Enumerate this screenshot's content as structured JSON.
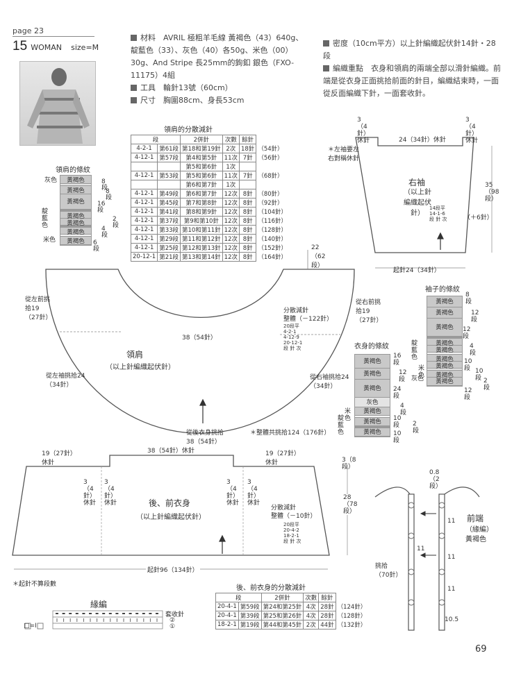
{
  "page": {
    "label": "page 23",
    "number": "69"
  },
  "title": {
    "num": "15",
    "woman": "WOMAN",
    "size": "size=M"
  },
  "materials": {
    "line1": "材料　AVRIL 極粗羊毛線 黃褐色（43）640g、",
    "line2": "靛藍色（33）、灰色（40）各50g、米色（00）",
    "line3": "30g、And Stripe 長25mm的鉤釦 銀色（FXO-",
    "line4": "11175）4組",
    "tools": "工具　輪針13號（60cm）",
    "size": "尺寸　胸圍88cm、身長53cm"
  },
  "gauge": {
    "line1": "密度（10cm平方）以上針編織起伏針14針・28",
    "line2": "段",
    "point1": "編織重點　衣身和領肩的兩端全部以滑針編織。前",
    "point2": "端是從衣身正面挑拾前面的針目，編織結束時，一面",
    "point3": "從反面編織下針，一面套收針。"
  },
  "yoke_table": {
    "title": "領肩的分散減針",
    "headers": [
      "段",
      "2併針",
      "次數",
      "餘針"
    ],
    "rows": [
      [
        "4-2-1",
        "第61段",
        "第18和第19針",
        "2次",
        "18針",
        "（54針）"
      ],
      [
        "4-12-1",
        "第57段",
        "第4和第5針",
        "11次",
        "7針",
        "（56針）"
      ],
      [
        "",
        "",
        "第5和第6針",
        "1次",
        "",
        ""
      ],
      [
        "4-12-1",
        "第53段",
        "第5和第6針",
        "11次",
        "7針",
        "（68針）"
      ],
      [
        "",
        "",
        "第6和第7針",
        "1次",
        "",
        ""
      ],
      [
        "4-12-1",
        "第49段",
        "第6和第7針",
        "12次",
        "8針",
        "（80針）"
      ],
      [
        "4-12-1",
        "第45段",
        "第7和第8針",
        "12次",
        "8針",
        "（92針）"
      ],
      [
        "4-12-1",
        "第41段",
        "第8和第9針",
        "12次",
        "8針",
        "（104針）"
      ],
      [
        "4-12-1",
        "第37段",
        "第9和第10針",
        "12次",
        "8針",
        "（116針）"
      ],
      [
        "4-12-1",
        "第33段",
        "第10和第11針",
        "12次",
        "8針",
        "（128針）"
      ],
      [
        "4-12-1",
        "第29段",
        "第11和第12針",
        "12次",
        "8針",
        "（140針）"
      ],
      [
        "4-12-1",
        "第25段",
        "第12和第13針",
        "12次",
        "8針",
        "（152針）"
      ],
      [
        "20-12-1",
        "第21段",
        "第13和第14針",
        "12次",
        "8針",
        "（164針）"
      ]
    ]
  },
  "body_table": {
    "title": "後、前衣身的分散減針",
    "headers": [
      "段",
      "2併針",
      "次數",
      "餘針"
    ],
    "rows": [
      [
        "20-4-1",
        "第59段",
        "第24和第25針",
        "4次",
        "28針",
        "（124針）"
      ],
      [
        "20-4-1",
        "第39段",
        "第25和第26針",
        "4次",
        "28針",
        "（128針）"
      ],
      [
        "18-2-1",
        "第19段",
        "第44和第45針",
        "2次",
        "44針",
        "（132針）"
      ]
    ]
  },
  "yoke_stripe": {
    "title": "領肩的條紋",
    "labels": [
      "灰色",
      "靛藍色",
      "米色"
    ],
    "bands": [
      "黃褐色",
      "黃褐色",
      "黃褐色",
      "黃褐色",
      "黃褐色",
      "黃褐色",
      "黃褐色"
    ],
    "rows": [
      "8段",
      "8段",
      "16段",
      "2段",
      "4段",
      "6段"
    ]
  },
  "sleeve_stripe": {
    "title": "袖子的條紋",
    "labels": [
      "靛藍色",
      "米色",
      "灰色"
    ],
    "bands": [
      "黃褐色",
      "黃褐色",
      "黃褐色",
      "黃褐色",
      "黃褐色",
      "黃褐色",
      "黃褐色",
      "黃褐色",
      "黃褐色"
    ],
    "rows": [
      "8段",
      "12段",
      "12段",
      "4段",
      "10段",
      "10段",
      "2段",
      "12段"
    ]
  },
  "body_stripe": {
    "title": "衣身的條紋",
    "labels": [
      "米色",
      "靛藍色"
    ],
    "bands": [
      "黃褐色",
      "黃褐色",
      "黃褐色",
      "灰色",
      "黃褐色",
      "黃褐色",
      "黃褐色"
    ],
    "rows": [
      "16段",
      "12段",
      "24段",
      "4段",
      "10段",
      "2段",
      "10段"
    ]
  },
  "yoke": {
    "name": "領肩",
    "method": "（以上針編織起伏針）",
    "top_width": "38（54針）",
    "left_front": "從左前挑拾19（27針）",
    "right_front": "從右前挑拾19（27針）",
    "left_sleeve": "從左袖挑拾24（34針）",
    "right_sleeve": "從右袖挑拾24（34針）",
    "back": "從後衣身挑拾38（54針）",
    "total": "＊整體共挑拾124（176針）",
    "depth": "22（62段）",
    "dec_title": "分散減針",
    "dec_total": "整體（－122針）",
    "dec_steps": [
      "20段平",
      "4-2-1",
      "4-12-9",
      "20-12-1",
      "段 針 次"
    ]
  },
  "sleeve": {
    "name": "右袖",
    "method": "（以上針編織起伏針）",
    "note": "＊左袖要左右對稱休針",
    "top_width": "24（34針）休針",
    "side_rest_l": "3（4針）休針",
    "side_rest_r": "3（4針）休針",
    "height": "35（98段）",
    "plus": "（＋6針）",
    "bottom": "起針24（34針）",
    "inc": [
      "14段平",
      "14-1-6",
      "段 針 次"
    ]
  },
  "body": {
    "name": "後、前衣身",
    "method": "（以上針編織起伏針）",
    "top_mid": "38（54針）休針",
    "left_top": "19（27針）休針",
    "right_top": "19（27針）休針",
    "rest_marks": [
      "3（4針）休針",
      "3（4針）休針",
      "3（4針）休針",
      "3（4針）休針"
    ],
    "dec_title": "分散減針",
    "dec_total": "整體（－10針）",
    "dec_steps": [
      "20段平",
      "20-4-2",
      "18-2-1",
      "段 針 次"
    ],
    "bottom": "起針96（134針）",
    "height": "28（78段）",
    "top_rows": "3（8段）",
    "note": "＊起針不算段數"
  },
  "front_band": {
    "name": "前端",
    "method": "（緣編）",
    "color": "黃褐色",
    "pickup": "挑拾（70針）",
    "top": "0.8（2段）",
    "spacing": [
      "11",
      "11",
      "11",
      "11"
    ],
    "bottom": "10.5"
  },
  "edging": {
    "name": "緣編",
    "row2": "②",
    "row1": "①",
    "bind": "套收針",
    "legend": "□=Ⅰ"
  }
}
